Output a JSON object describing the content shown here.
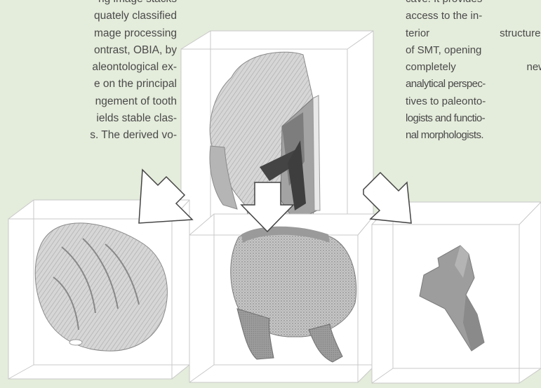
{
  "text_left": {
    "lines": [
      "ng image stacks",
      "quately classified",
      "mage processing",
      "ontrast, OBIA, by",
      "aleontological ex-",
      "e on the principal",
      "ngement of tooth",
      "ields stable clas-",
      "s. The derived vo-"
    ]
  },
  "text_right": {
    "lines": [
      "cave. It provides",
      "access to the in-",
      "terior structures",
      "of SMT, opening",
      "completely new",
      "analytical perspec-",
      "tives to paleonto-",
      "logists and functio-",
      "nal morphologists."
    ]
  },
  "colors": {
    "background": "#e4ecdb",
    "box_fill": "#ffffff",
    "box_edge": "#c8c8c8",
    "tooth_light": "#cfcfcf",
    "tooth_mid": "#9e9e9e",
    "tooth_dark": "#555555",
    "arrow_fill": "#ffffff",
    "arrow_stroke": "#444444",
    "text": "#4a4a4a"
  },
  "figure": {
    "panels": [
      "segmented-tooth-cutaway",
      "enamel-cap-render",
      "dentine-core-render",
      "pulp-cavity-render"
    ],
    "arrows": [
      "arrow-to-enamel",
      "arrow-to-dentine",
      "arrow-to-pulp"
    ]
  }
}
